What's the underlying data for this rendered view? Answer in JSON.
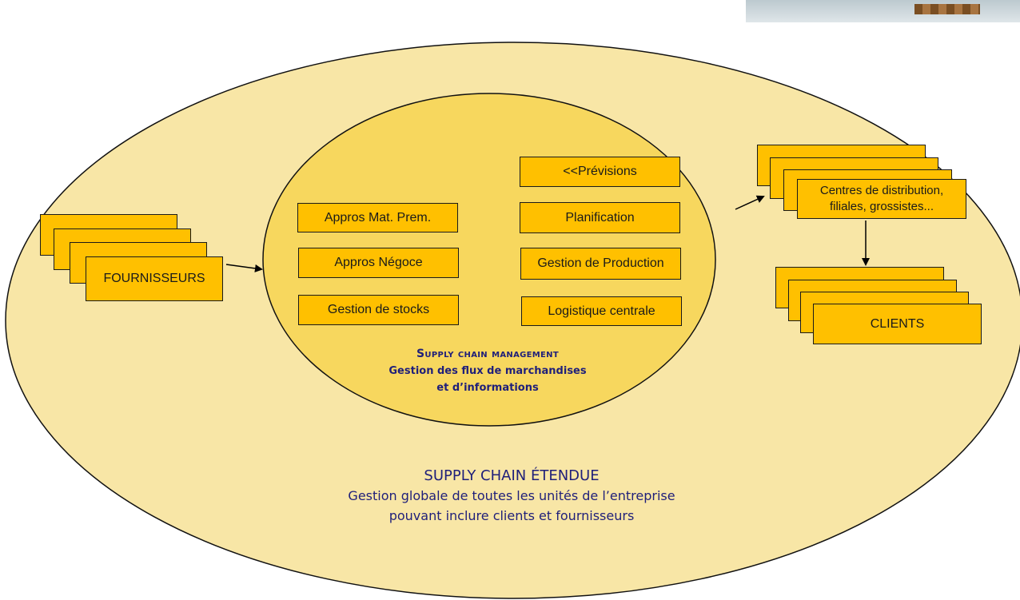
{
  "supplier_stack": {
    "label": "FOURNISSEURS"
  },
  "scm_functions": {
    "left": [
      "Appros Mat. Prem.",
      "Appros Négoce",
      "Gestion de stocks"
    ],
    "right": [
      "<<Prévisions",
      "Planification",
      "Gestion de Production",
      "Logistique centrale"
    ]
  },
  "inner_caption": {
    "title": "Supply chain management",
    "line1": "Gestion des flux de marchandises",
    "line2": "et d’informations"
  },
  "distribution_stack": {
    "line1": "Centres de distribution,",
    "line2": "filiales, grossistes..."
  },
  "client_stack": {
    "label": "CLIENTS"
  },
  "outer_caption": {
    "title": "SUPPLY CHAIN ÉTENDUE",
    "line1": "Gestion globale de toutes les unités de l’entreprise",
    "line2": "pouvant inclure clients et fournisseurs"
  },
  "colors": {
    "outer_ellipse": "#f8e6a6",
    "inner_ellipse": "#f7d75e",
    "box_fill": "#ffc000",
    "caption_text": "#1f1f7a"
  }
}
